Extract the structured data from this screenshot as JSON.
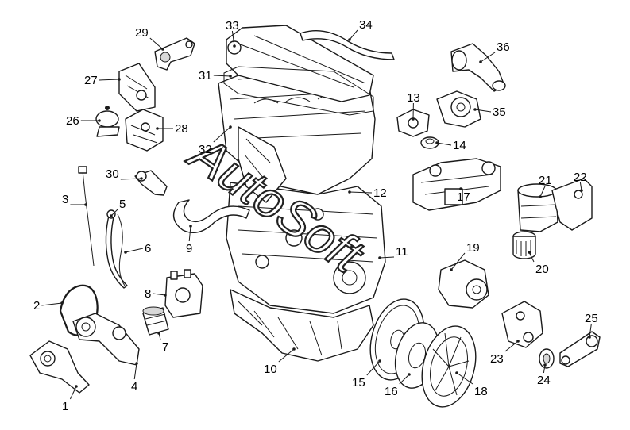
{
  "diagram": {
    "watermark_text": "AutoSoft",
    "callout_numbers": [
      "1",
      "2",
      "3",
      "4",
      "5",
      "6",
      "7",
      "8",
      "9",
      "10",
      "11",
      "12",
      "13",
      "14",
      "15",
      "16",
      "17",
      "18",
      "19",
      "20",
      "21",
      "22",
      "23",
      "24",
      "25",
      "26",
      "27",
      "28",
      "29",
      "30",
      "31",
      "32",
      "33",
      "34",
      "35",
      "36"
    ]
  },
  "colors": {
    "line": "#1a1a1a",
    "background": "#ffffff",
    "shade": "#d8d8d8"
  }
}
